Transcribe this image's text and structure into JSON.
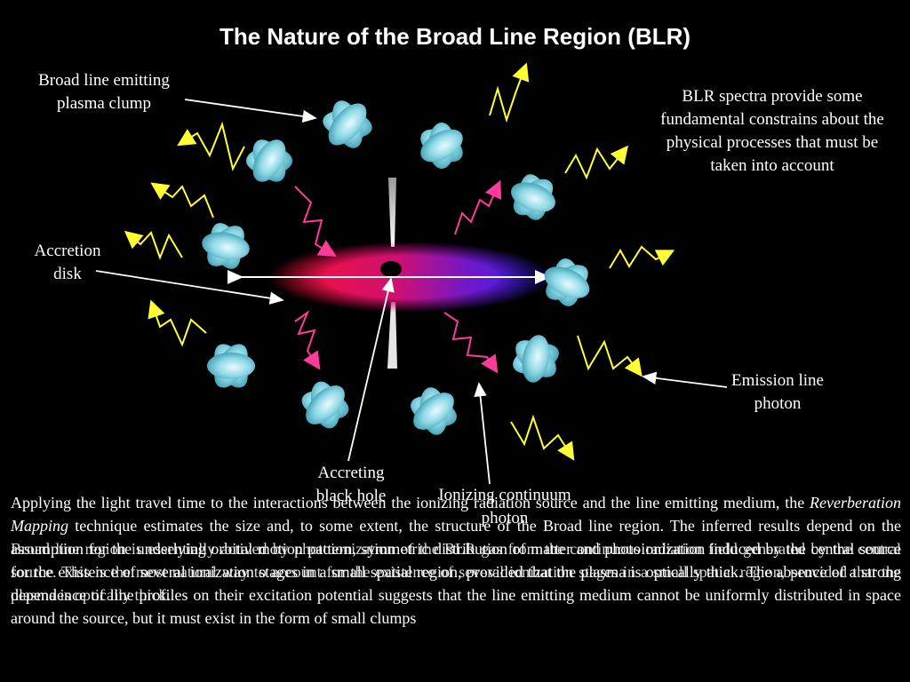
{
  "title": "The Nature of the Broad Line Region (BLR)",
  "labels": {
    "plasma_clump": "Broad line emitting plasma clump",
    "blr_spectra": "BLR spectra provide some fundamental constrains about the physical processes that must be taken into account",
    "accretion_disk": "Accretion disk",
    "emission_photon": "Emission line photon",
    "black_hole": "Accreting black hole",
    "ionizing_photon": "Ionizing continuum photon"
  },
  "paragraph_back": "Broad line region is essentially actived by photoionization of the BLR gas from the continuous radiation field generated by the central source. This is the most natural way to account for the existence of several ionization stages in a small spatial region, provided that the plasma is optically thick.",
  "paragraph": {
    "part1": "Applying the light travel time to the interactions between the ionizing radiation source and the line emitting medium, the ",
    "italic": "Reverberation Mapping",
    "part2": " technique estimates the size and, to some extent, the structure of the Broad line region. The inferred results depend on the assumption for the underlying orbital motion pattern, symmetric distribution of matter and photoionization induced by the central source for the existence of several ionization stages in a small spatial region, provided that the plasma is optically thick. The absence of a strong dependence of line profiles on their excitation potential suggests that the line emitting medium cannot be uniformly distributed in space around the source, but it must exist in the form of small clumps"
  },
  "colors": {
    "background": "#000000",
    "text": "#ffffff",
    "clump": "#7fd3e0",
    "emission_photon": "#ffff33",
    "ionizing_photon": "#ff3b9a",
    "disk_red": "#ff1030",
    "disk_blue": "#3020ff"
  }
}
